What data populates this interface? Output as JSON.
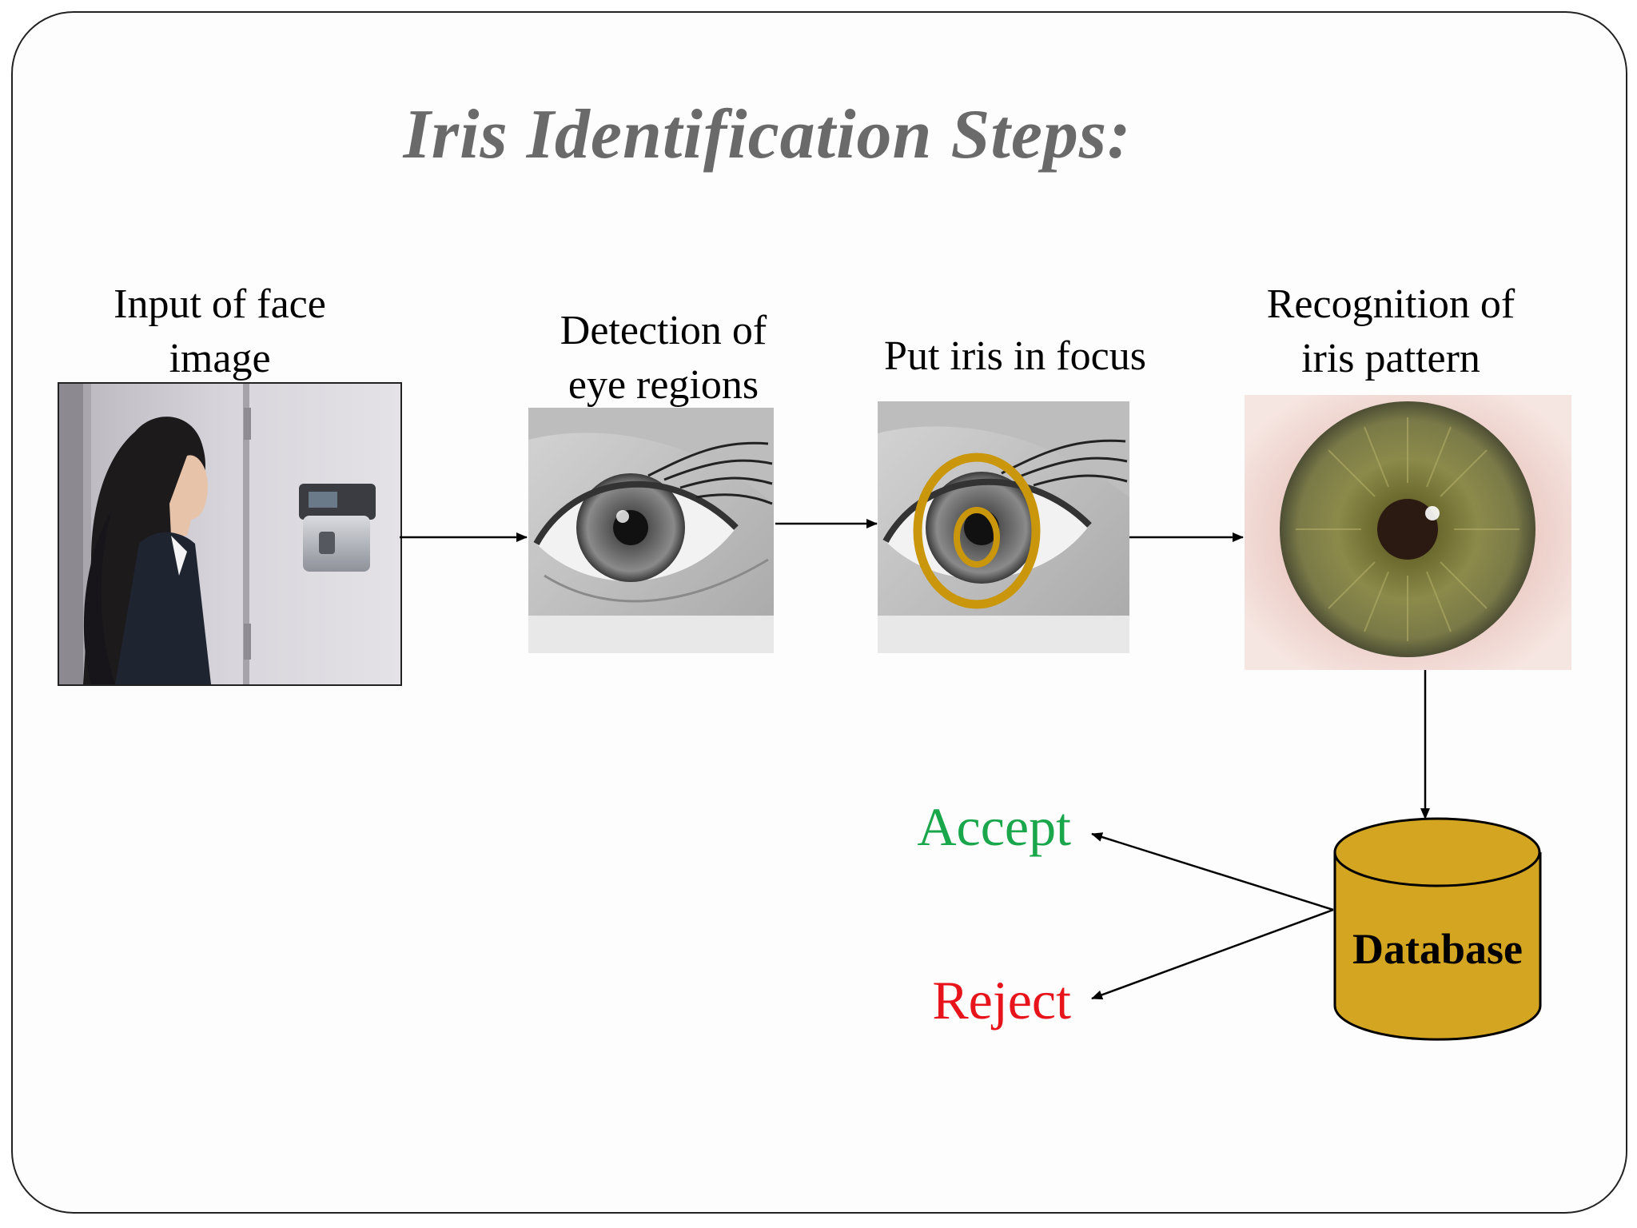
{
  "slide": {
    "title": "Iris Identification Steps:"
  },
  "steps": [
    {
      "line1": "Input of face",
      "line2": "image"
    },
    {
      "line1": "Detection of",
      "line2": "eye regions"
    },
    {
      "line1": "Put iris in focus",
      "line2": ""
    },
    {
      "line1": "Recognition of",
      "line2": "iris pattern"
    }
  ],
  "database": {
    "label": "Database",
    "fill": "#d4a520"
  },
  "outcomes": {
    "accept": {
      "label": "Accept",
      "color": "#1aa64a"
    },
    "reject": {
      "label": "Reject",
      "color": "#e8141b"
    }
  },
  "colors": {
    "title": "#6a6a6a",
    "focus_ring": "#c9960c",
    "iris": "#7c7a3c"
  }
}
